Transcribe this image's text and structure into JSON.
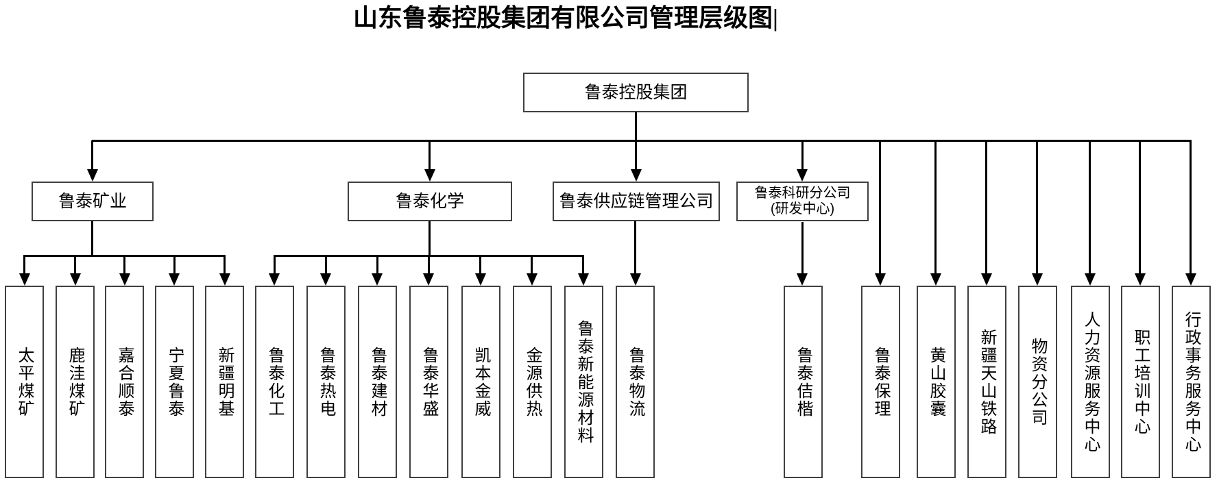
{
  "title": "山东鲁泰控股集团有限公司管理层级图",
  "cursor": "|",
  "root": {
    "label": "鲁泰控股集团"
  },
  "level2": [
    {
      "label": "鲁泰矿业"
    },
    {
      "label": "鲁泰化学"
    },
    {
      "label": "鲁泰供应链管理公司"
    },
    {
      "label": "鲁泰科研分公司",
      "label2": "(研发中心)"
    }
  ],
  "level3": [
    {
      "label": "太平煤矿",
      "parent": "鲁泰矿业"
    },
    {
      "label": "鹿洼煤矿",
      "parent": "鲁泰矿业"
    },
    {
      "label": "嘉合顺泰",
      "parent": "鲁泰矿业"
    },
    {
      "label": "宁夏鲁泰",
      "parent": "鲁泰矿业"
    },
    {
      "label": "新疆明基",
      "parent": "鲁泰矿业"
    },
    {
      "label": "鲁泰化工",
      "parent": "鲁泰化学"
    },
    {
      "label": "鲁泰热电",
      "parent": "鲁泰化学"
    },
    {
      "label": "鲁泰建材",
      "parent": "鲁泰化学"
    },
    {
      "label": "鲁泰华盛",
      "parent": "鲁泰化学"
    },
    {
      "label": "凯本金威",
      "parent": "鲁泰化学"
    },
    {
      "label": "金源供热",
      "parent": "鲁泰化学"
    },
    {
      "label": "鲁泰新能源材料",
      "parent": "鲁泰化学"
    },
    {
      "label": "鲁泰物流",
      "parent": "鲁泰供应链管理公司"
    },
    {
      "label": "鲁泰佶楷",
      "parent": "鲁泰科研分公司(研发中心)"
    },
    {
      "label": "鲁泰保理",
      "parent": "鲁泰控股集团"
    },
    {
      "label": "黄山胶囊",
      "parent": "鲁泰控股集团"
    },
    {
      "label": "新疆天山铁路",
      "parent": "鲁泰控股集团"
    },
    {
      "label": "物资分公司",
      "parent": "鲁泰控股集团"
    },
    {
      "label": "人力资源服务中心",
      "parent": "鲁泰控股集团"
    },
    {
      "label": "职工培训中心",
      "parent": "鲁泰控股集团"
    },
    {
      "label": "行政事务服务中心",
      "parent": "鲁泰控股集团"
    }
  ]
}
